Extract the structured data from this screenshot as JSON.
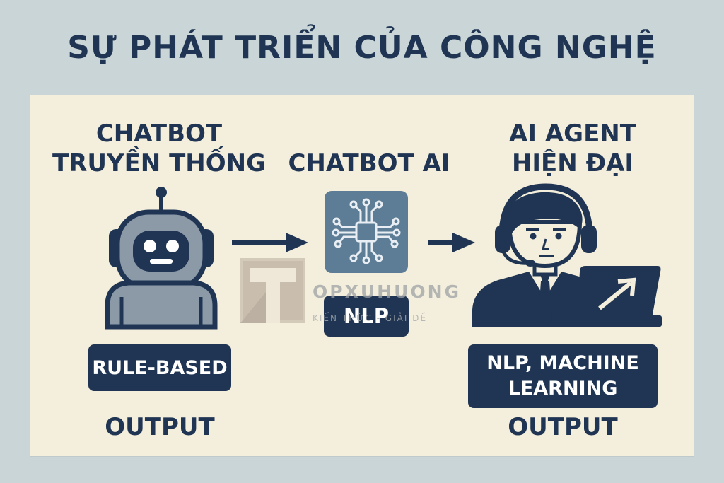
{
  "title": "SỰ PHÁT TRIỂN CỦA CÔNG NGHỆ",
  "stages": [
    {
      "title_lines": [
        "CHATBOT",
        "TRUYỀN THỐNG"
      ],
      "icon": "robot-icon",
      "tag_lines": [
        "RULE-BASED"
      ],
      "output": "OUTPUT"
    },
    {
      "title_lines": [
        "CHATBOT AI"
      ],
      "icon": "neural-network-icon",
      "tag_lines": [
        "NLP"
      ],
      "output": ""
    },
    {
      "title_lines": [
        "AI AGENT",
        "HIỆN ĐẠI"
      ],
      "icon": "agent-headset-laptop-icon",
      "tag_lines": [
        "NLP, MACHINE",
        "LEARNING"
      ],
      "output": "OUTPUT"
    }
  ],
  "watermark": {
    "brand": "OPXUHUONG",
    "tagline": "KIẾN THỨC - GIẢI ĐỀ"
  },
  "colors": {
    "background": "#c9d5d6",
    "panel": "#f4eedc",
    "navy": "#1f3553",
    "robot_gray": "#8c9aa8",
    "network_blue": "#5d7d96"
  }
}
